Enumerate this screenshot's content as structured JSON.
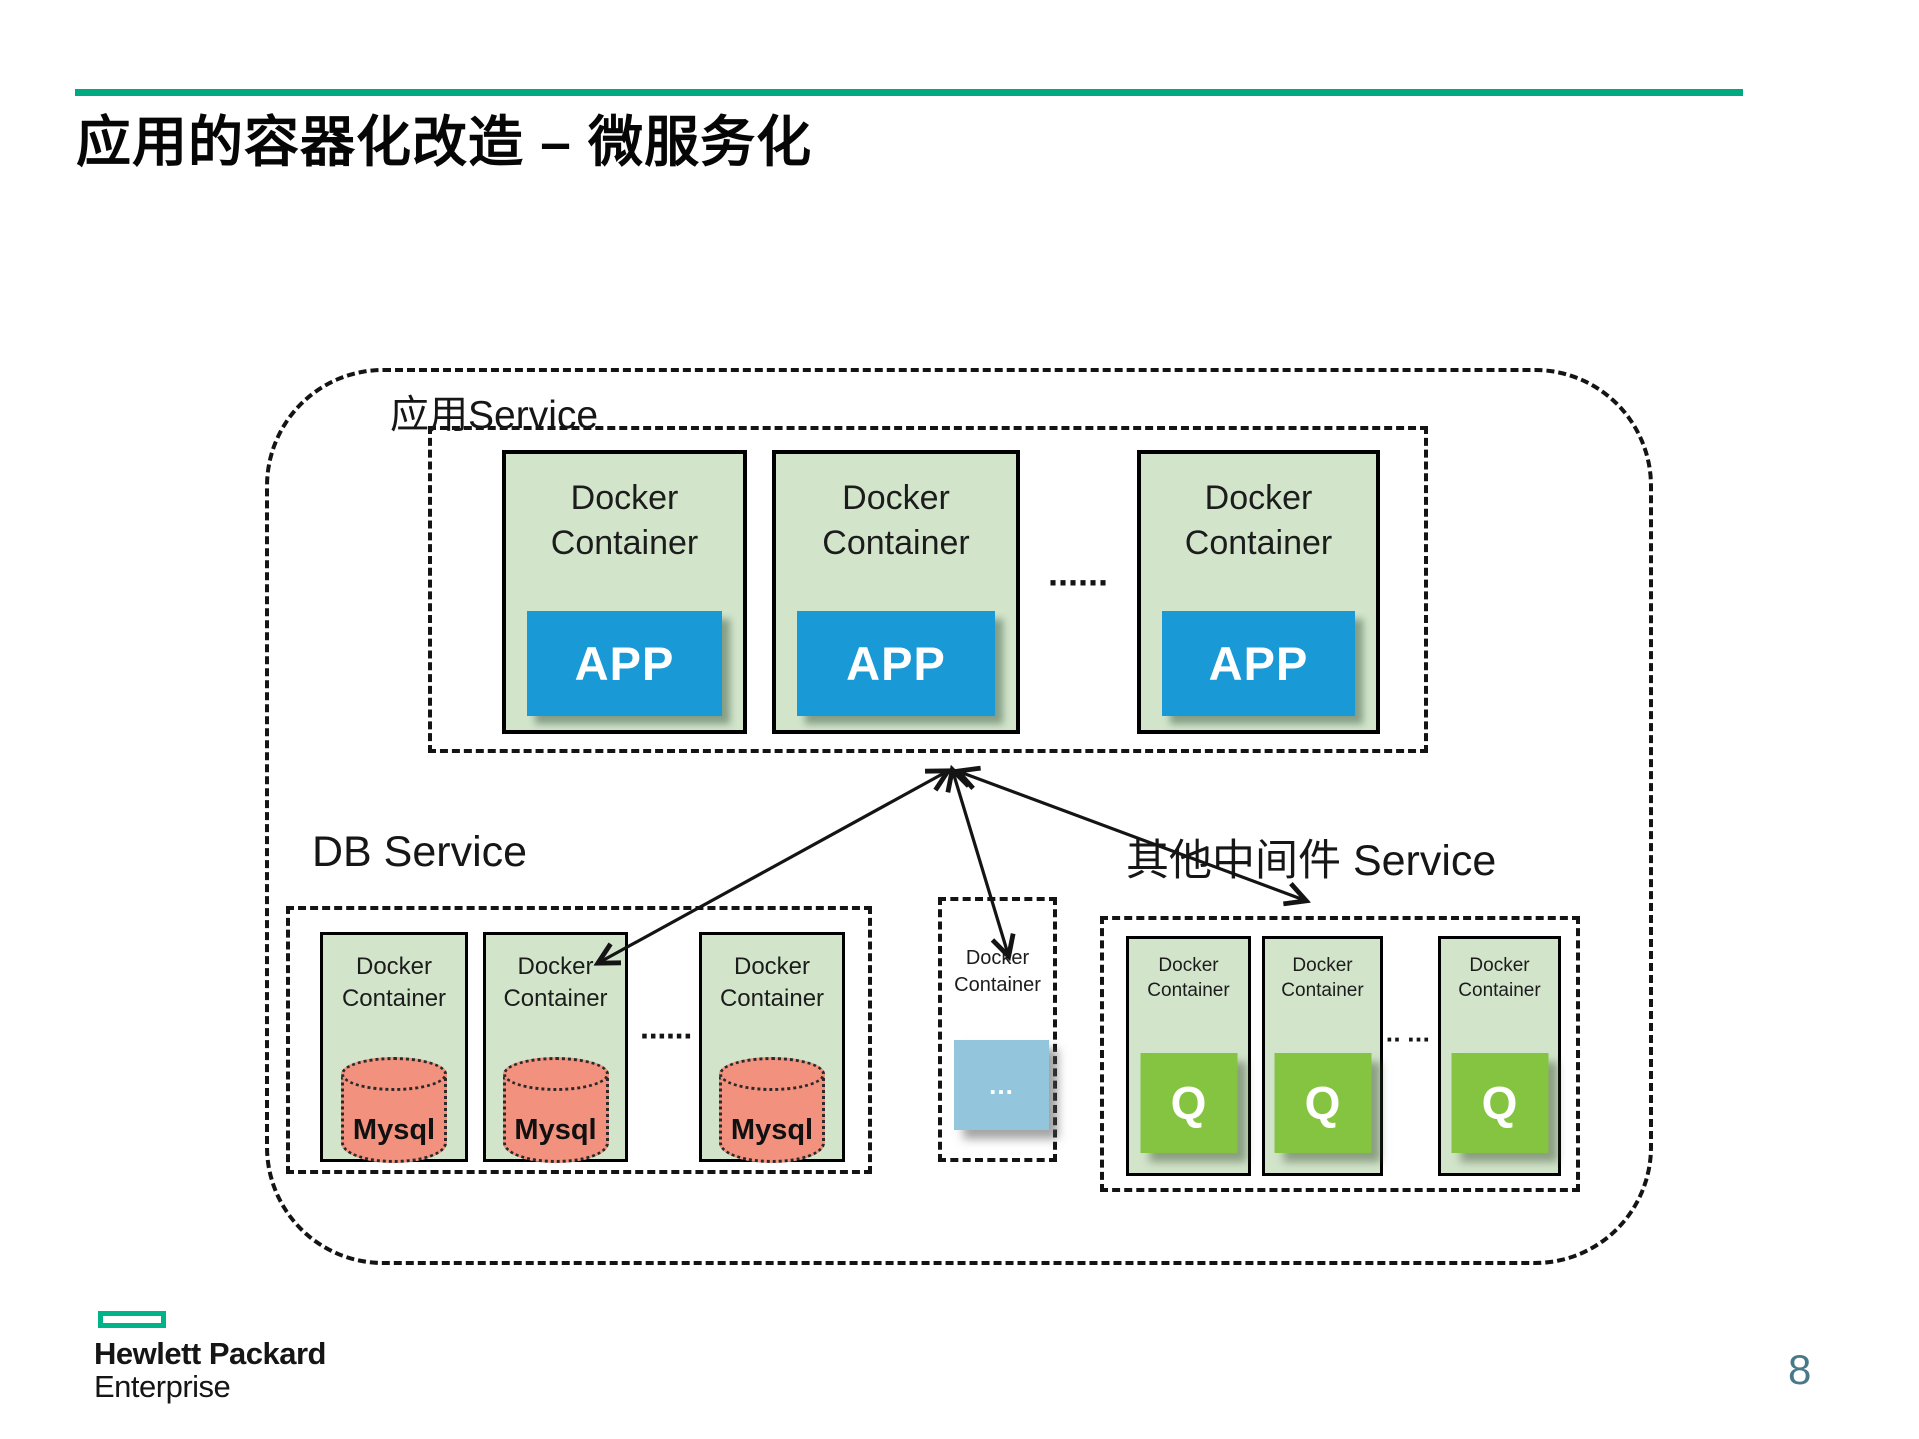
{
  "slide": {
    "title": "应用的容器化改造 – 微服务化",
    "page_number": "8"
  },
  "footer": {
    "brand_line1": "Hewlett Packard",
    "brand_line2": "Enterprise"
  },
  "diagram": {
    "app_service": {
      "label": "应用Service",
      "ellipsis": "······",
      "containers": [
        {
          "title": "Docker Container",
          "app_label": "APP"
        },
        {
          "title": "Docker Container",
          "app_label": "APP"
        },
        {
          "title": "Docker Container",
          "app_label": "APP"
        }
      ]
    },
    "db_service": {
      "label": "DB Service",
      "ellipsis": "······",
      "containers": [
        {
          "title": "Docker Container",
          "db_label": "Mysql"
        },
        {
          "title": "Docker Container",
          "db_label": "Mysql"
        },
        {
          "title": "Docker Container",
          "db_label": "Mysql"
        }
      ]
    },
    "middleware_container": {
      "title": "Docker Container",
      "box_label": "..."
    },
    "mq_service": {
      "label": "其他中间件 Service",
      "ellipsis": "·· ···",
      "containers": [
        {
          "title": "Docker Container",
          "queue_label": "Q"
        },
        {
          "title": "Docker Container",
          "queue_label": "Q"
        },
        {
          "title": "Docker Container",
          "queue_label": "Q"
        }
      ]
    },
    "colors": {
      "accent_green": "#01A982",
      "logo_green": "#00B388",
      "container_green": "#d2e5cb",
      "app_blue": "#1999d6",
      "mysql_salmon": "#f2917e",
      "queue_green": "#85c441",
      "middleware_blue": "#93c5dc",
      "page_number_teal": "#48798b"
    }
  }
}
